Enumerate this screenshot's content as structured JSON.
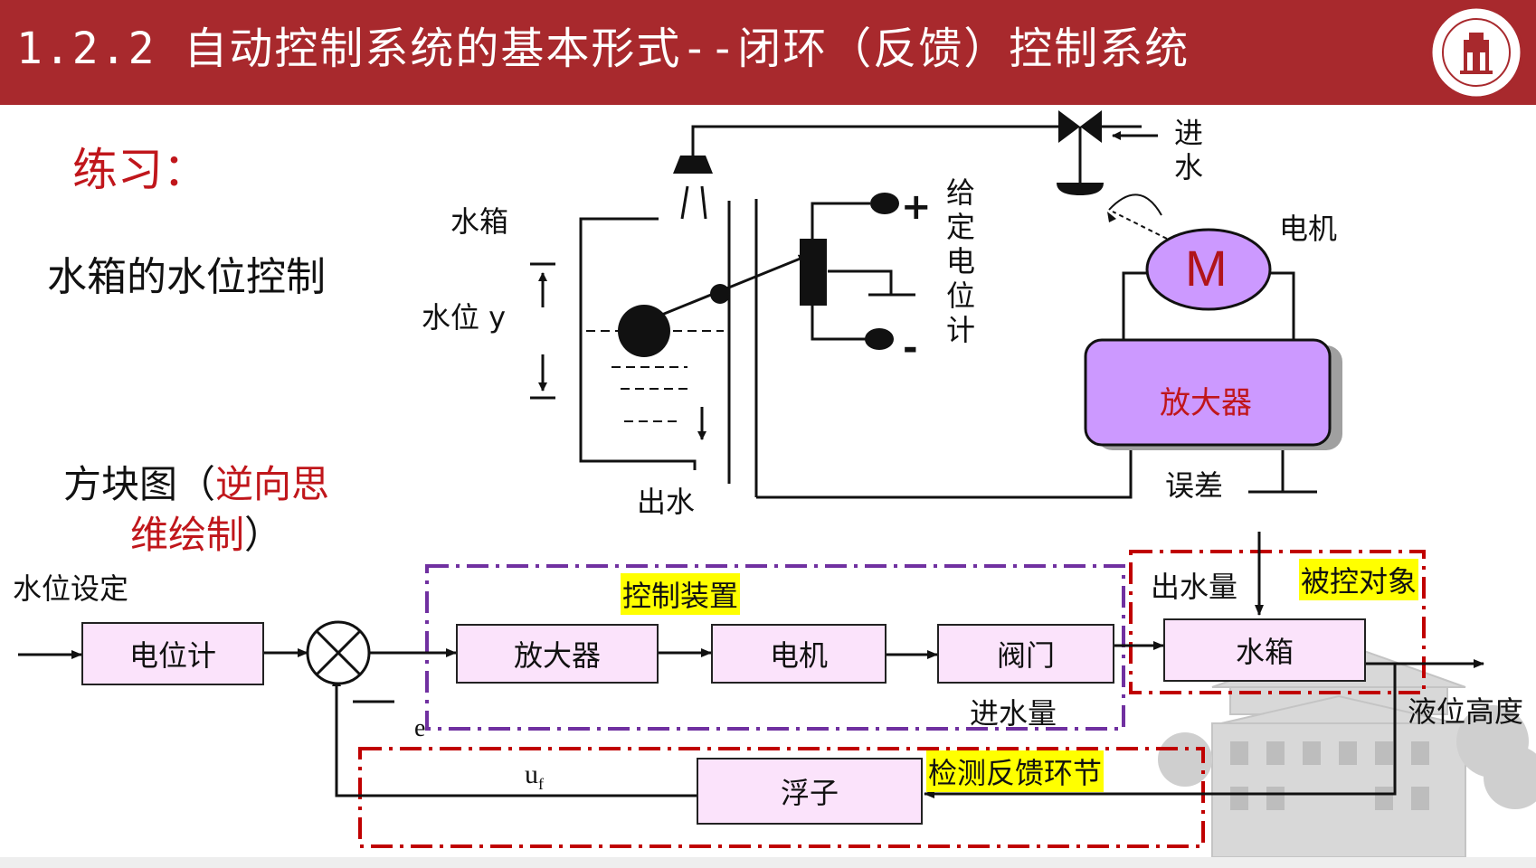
{
  "header": {
    "title": "1.2.2 自动控制系统的基本形式--闭环（反馈）控制系统"
  },
  "colors": {
    "header_bg": "#a8292d",
    "accent_red": "#c0161b",
    "block_fill": "#fbe3fb",
    "motor_fill": "#cc99ff",
    "highlight": "#ffff00",
    "purple_dash": "#7030a0",
    "red_dash": "#c00000"
  },
  "left": {
    "exercise": "练习：",
    "topic": "水箱的水位控制",
    "block_diagram_prefix": "方块图（",
    "block_diagram_red1": "逆向思",
    "block_diagram_red2": "维绘制",
    "block_diagram_suffix": "）"
  },
  "schematic": {
    "tank_label": "水箱",
    "level_label": "水位  y",
    "outflow_label": "出水",
    "potentiometer_label": "给定电位计",
    "plus": "+",
    "minus": "-",
    "inflow_label": "进水",
    "motor_label": "电机",
    "motor_letter": "M",
    "amplifier": "放大器",
    "error_label": "误差"
  },
  "block_diagram": {
    "setpoint_label": "水位设定",
    "blocks": {
      "potentiometer": "电位计",
      "amplifier": "放大器",
      "motor": "电机",
      "valve": "阀门",
      "tank": "水箱",
      "float": "浮子"
    },
    "control_device": "控制装置",
    "controlled_object": "被控对象",
    "feedback_section": "检测反馈环节",
    "outflow_qty": "出水量",
    "inflow_qty": "进水量",
    "output_label": "液位高度",
    "error_signal": "e",
    "feedback_signal": "u",
    "feedback_signal_sub": "f",
    "minus_sign": "—"
  }
}
